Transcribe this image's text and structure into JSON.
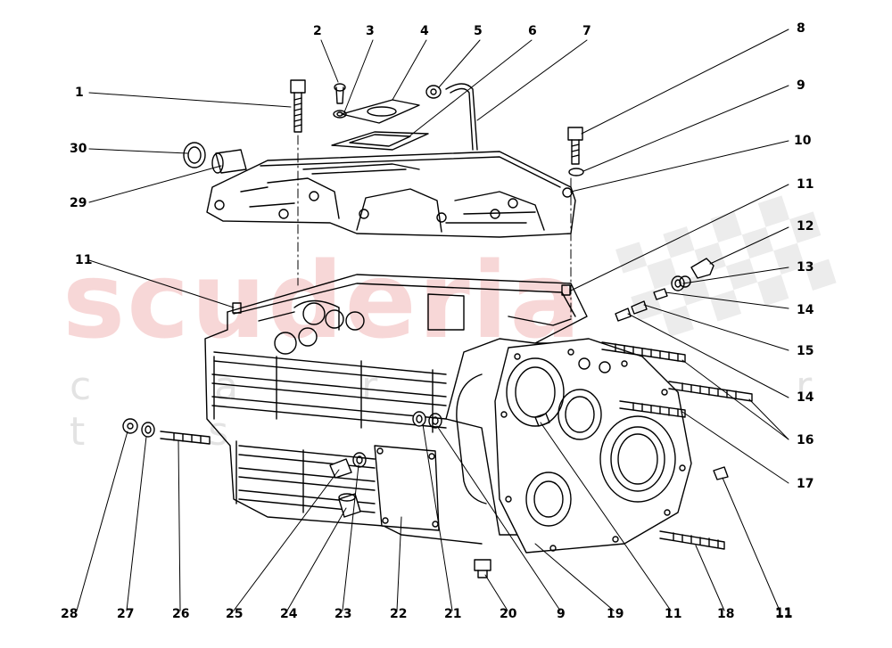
{
  "watermark": {
    "brand": "scuderia",
    "sub": "c a r p a r t s"
  },
  "callouts": [
    {
      "id": "1",
      "label": "1"
    },
    {
      "id": "2",
      "label": "2"
    },
    {
      "id": "3",
      "label": "3"
    },
    {
      "id": "4",
      "label": "4"
    },
    {
      "id": "5",
      "label": "5"
    },
    {
      "id": "6",
      "label": "6"
    },
    {
      "id": "7",
      "label": "7"
    },
    {
      "id": "8",
      "label": "8"
    },
    {
      "id": "9a",
      "label": "9"
    },
    {
      "id": "10",
      "label": "10"
    },
    {
      "id": "11a",
      "label": "11"
    },
    {
      "id": "12",
      "label": "12"
    },
    {
      "id": "13",
      "label": "13"
    },
    {
      "id": "14a",
      "label": "14"
    },
    {
      "id": "15",
      "label": "15"
    },
    {
      "id": "14b",
      "label": "14"
    },
    {
      "id": "16",
      "label": "16"
    },
    {
      "id": "17",
      "label": "17"
    },
    {
      "id": "11b",
      "label": "11"
    },
    {
      "id": "30",
      "label": "30"
    },
    {
      "id": "29",
      "label": "29"
    },
    {
      "id": "11c",
      "label": "11"
    },
    {
      "id": "28",
      "label": "28"
    },
    {
      "id": "27",
      "label": "27"
    },
    {
      "id": "26",
      "label": "26"
    },
    {
      "id": "25",
      "label": "25"
    },
    {
      "id": "24",
      "label": "24"
    },
    {
      "id": "23",
      "label": "23"
    },
    {
      "id": "22",
      "label": "22"
    },
    {
      "id": "21",
      "label": "21"
    },
    {
      "id": "20",
      "label": "20"
    },
    {
      "id": "9b",
      "label": "9"
    },
    {
      "id": "19",
      "label": "19"
    },
    {
      "id": "11d",
      "label": "11"
    },
    {
      "id": "18",
      "label": "18"
    },
    {
      "id": "11e",
      "label": "11"
    }
  ],
  "colors": {
    "line": "#000000",
    "watermark_red": "#f2b8b8",
    "watermark_grey": "#d8d8d8"
  }
}
